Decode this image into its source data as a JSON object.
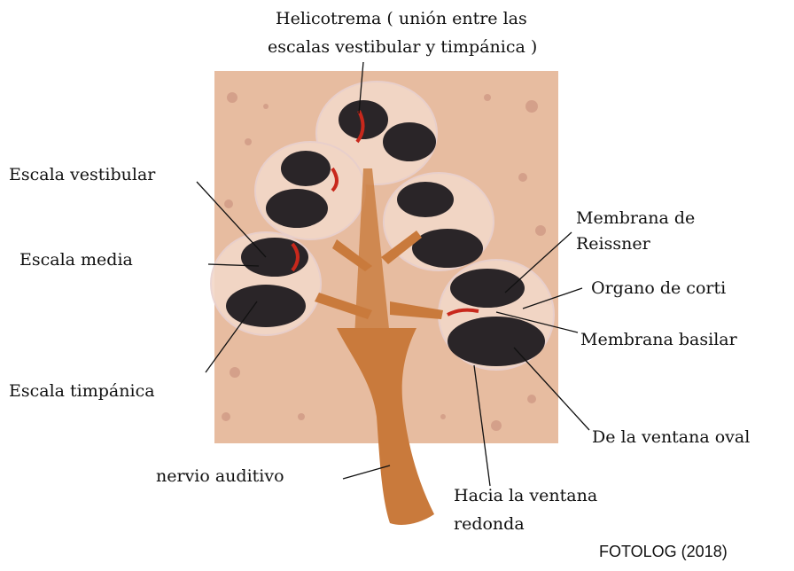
{
  "labels": {
    "helicotrema_line1": "Helicotrema ( unión entre las",
    "helicotrema_line2": "escalas vestibular y timpánica )",
    "escala_vestibular": "Escala vestibular",
    "escala_media": "Escala media",
    "escala_timpanica": "Escala timpánica",
    "membrana_reissner_line1": "Membrana de",
    "membrana_reissner_line2": "Reissner",
    "organo_corti": "Organo de corti",
    "membrana_basilar": "Membrana basilar",
    "ventana_oval": "De la ventana oval",
    "nervio_auditivo": "nervio auditivo",
    "ventana_redonda_line1": "Hacia la ventana",
    "ventana_redonda_line2": "redonda"
  },
  "credit": "FOTOLOG (2018)",
  "colors": {
    "tissue": "#e7bca0",
    "chamber_dark": "#2a2528",
    "nerve": "#c97a3c",
    "membrane_red": "#c8281c"
  }
}
